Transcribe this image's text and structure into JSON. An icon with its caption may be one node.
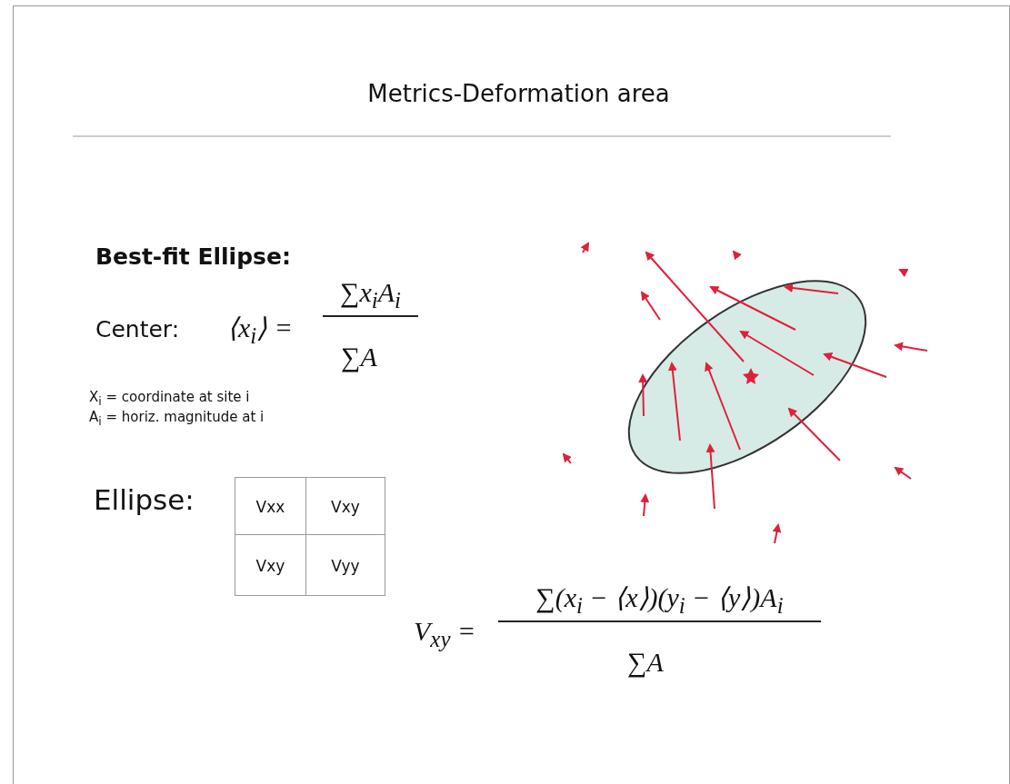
{
  "diagram": {
    "title": "Metrics-Deformation area",
    "labels": [
      "Best-fit Ellipse:",
      "Center:",
      "⟨x$_{i}$⟩ =",
      "∑x$_{i}$A$_{i}$",
      "∑A",
      "X$_{i}$ = coordinate at site i",
      "A$_{i}$ = horiz. magnitude at i",
      "Ellipse:",
      "Vxx",
      "Vxy",
      "Vxy",
      "Vyy",
      "V$_{xy}$ =",
      "∑(x$_{i}$ − ⟨x⟩)(y$_{i}$ − ⟨y⟩)A$_{i}$",
      "∑A"
    ]
  }
}
